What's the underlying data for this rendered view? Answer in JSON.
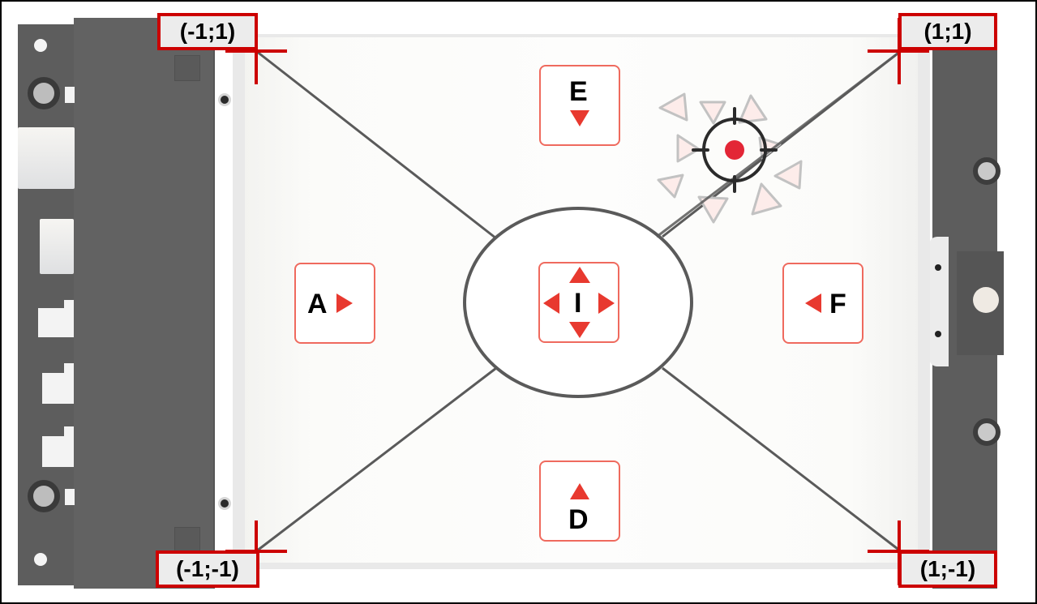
{
  "diagram": {
    "type": "touchpad-gesture-map",
    "corners": [
      {
        "id": "top-left",
        "label": "(-1;1)"
      },
      {
        "id": "top-right",
        "label": "(1;1)"
      },
      {
        "id": "bottom-left",
        "label": "(-1;-1)"
      },
      {
        "id": "bottom-right",
        "label": "(1;-1)"
      }
    ],
    "keys": [
      {
        "id": "E",
        "label": "E",
        "arrow": "down",
        "position": "top"
      },
      {
        "id": "A",
        "label": "A",
        "arrow": "right",
        "position": "left"
      },
      {
        "id": "I",
        "label": "I",
        "arrow": "all",
        "position": "center"
      },
      {
        "id": "F",
        "label": "F",
        "arrow": "left",
        "position": "right"
      },
      {
        "id": "D",
        "label": "D",
        "arrow": "up",
        "position": "bottom"
      }
    ],
    "target_marker": {
      "icon": "crosshair-icon",
      "state": "active",
      "scatter_arrows": 10
    },
    "colors": {
      "accent_red": "#cc0000",
      "key_border": "#ef6a5e",
      "arrow_red": "#e8392f",
      "target_dot": "#e32636",
      "line_gray": "#5a5a5a",
      "device_dark": "#5f5f5f"
    }
  }
}
